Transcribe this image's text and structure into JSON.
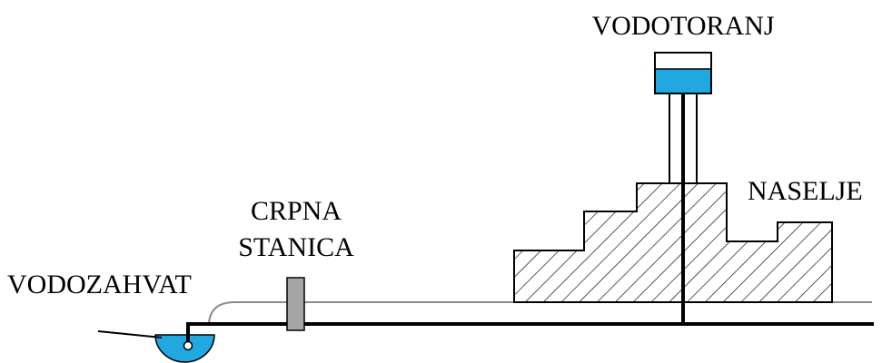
{
  "labels": {
    "water_intake": "VODOZAHVAT",
    "pump_station_line1": "CRPNA",
    "pump_station_line2": "STANICA",
    "water_tower": "VODOTORANJ",
    "settlement": "NASELJE"
  },
  "colors": {
    "water": "#21a8e0",
    "pipe": "#000000",
    "ground_line": "#8c8c8c",
    "pump_fill": "#a6a6a6",
    "hatch": "#000000",
    "background": "#ffffff"
  }
}
